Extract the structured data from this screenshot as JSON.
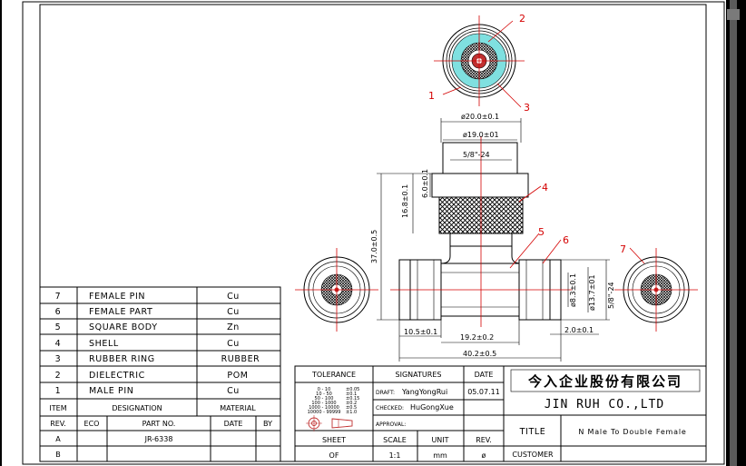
{
  "parts": [
    {
      "no": "7",
      "name": "FEMALE PIN",
      "material": "Cu"
    },
    {
      "no": "6",
      "name": "FEMALE PART",
      "material": "Cu"
    },
    {
      "no": "5",
      "name": "SQUARE BODY",
      "material": "Zn"
    },
    {
      "no": "4",
      "name": "SHELL",
      "material": "Cu"
    },
    {
      "no": "3",
      "name": "RUBBER RING",
      "material": "RUBBER"
    },
    {
      "no": "2",
      "name": "DIELECTRIC",
      "material": "POM"
    },
    {
      "no": "1",
      "name": "MALE PIN",
      "material": "Cu"
    }
  ],
  "parts_header": {
    "item": "ITEM",
    "designation": "DESIGNATION",
    "material": "MATERIAL"
  },
  "rev_header": {
    "rev": "REV.",
    "eco": "ECO",
    "part_no": "PART NO.",
    "date": "DATE",
    "by": "BY"
  },
  "rev_rows": [
    {
      "rev": "A",
      "part_no": "JR-6338"
    },
    {
      "rev": "B",
      "part_no": ""
    }
  ],
  "tolerance": {
    "title": "TOLERANCE",
    "rows": [
      {
        "range": "0 - 10",
        "tol": "±0.05"
      },
      {
        "range": "10 - 50",
        "tol": "±0.1"
      },
      {
        "range": "50 - 100",
        "tol": "±0.15"
      },
      {
        "range": "100 - 1000",
        "tol": "±0.2"
      },
      {
        "range": "1000 - 10000",
        "tol": "±0.5"
      },
      {
        "range": "10000 - 99999",
        "tol": "±1.0"
      }
    ]
  },
  "signatures": {
    "title": "SIGNATURES",
    "date_label": "DATE",
    "draft_label": "DRAFT:",
    "draft_name": "YangYongRui",
    "draft_date": "05.07.11",
    "checked_label": "CHECKED:",
    "checked_name": "HuGongXue",
    "approval_label": "APPROVAL:"
  },
  "sheet_row": {
    "sheet_label": "SHEET",
    "scale_label": "SCALE",
    "unit_label": "UNIT",
    "rev_label": "REV.",
    "sheet_value": "OF",
    "scale_value": "1:1",
    "unit_value": "mm",
    "rev_value": "ø"
  },
  "company": {
    "chinese": "今入企业股份有限公司",
    "english": "JIN RUH CO.,LTD"
  },
  "title_block": {
    "title_label": "TITLE",
    "title_value": "N Male To Double Female",
    "customer_label": "CUSTOMER"
  },
  "dimensions": {
    "d1": "ø20.0±0.1",
    "d2": "ø19.0±01",
    "thread_top": "5/8\"-24",
    "h1": "6.0±0.1",
    "h2": "16.8±0.1",
    "h3": "37.0±0.5",
    "w1": "10.5±0.1",
    "w2": "19.2±0.2",
    "w3": "40.2±0.5",
    "w4": "2.0±0.1",
    "d3": "ø8.3±0.1",
    "d4": "ø13.7±01",
    "thread_right": "5/8\"-24"
  },
  "callouts": [
    "1",
    "2",
    "3",
    "4",
    "5",
    "6",
    "7"
  ]
}
